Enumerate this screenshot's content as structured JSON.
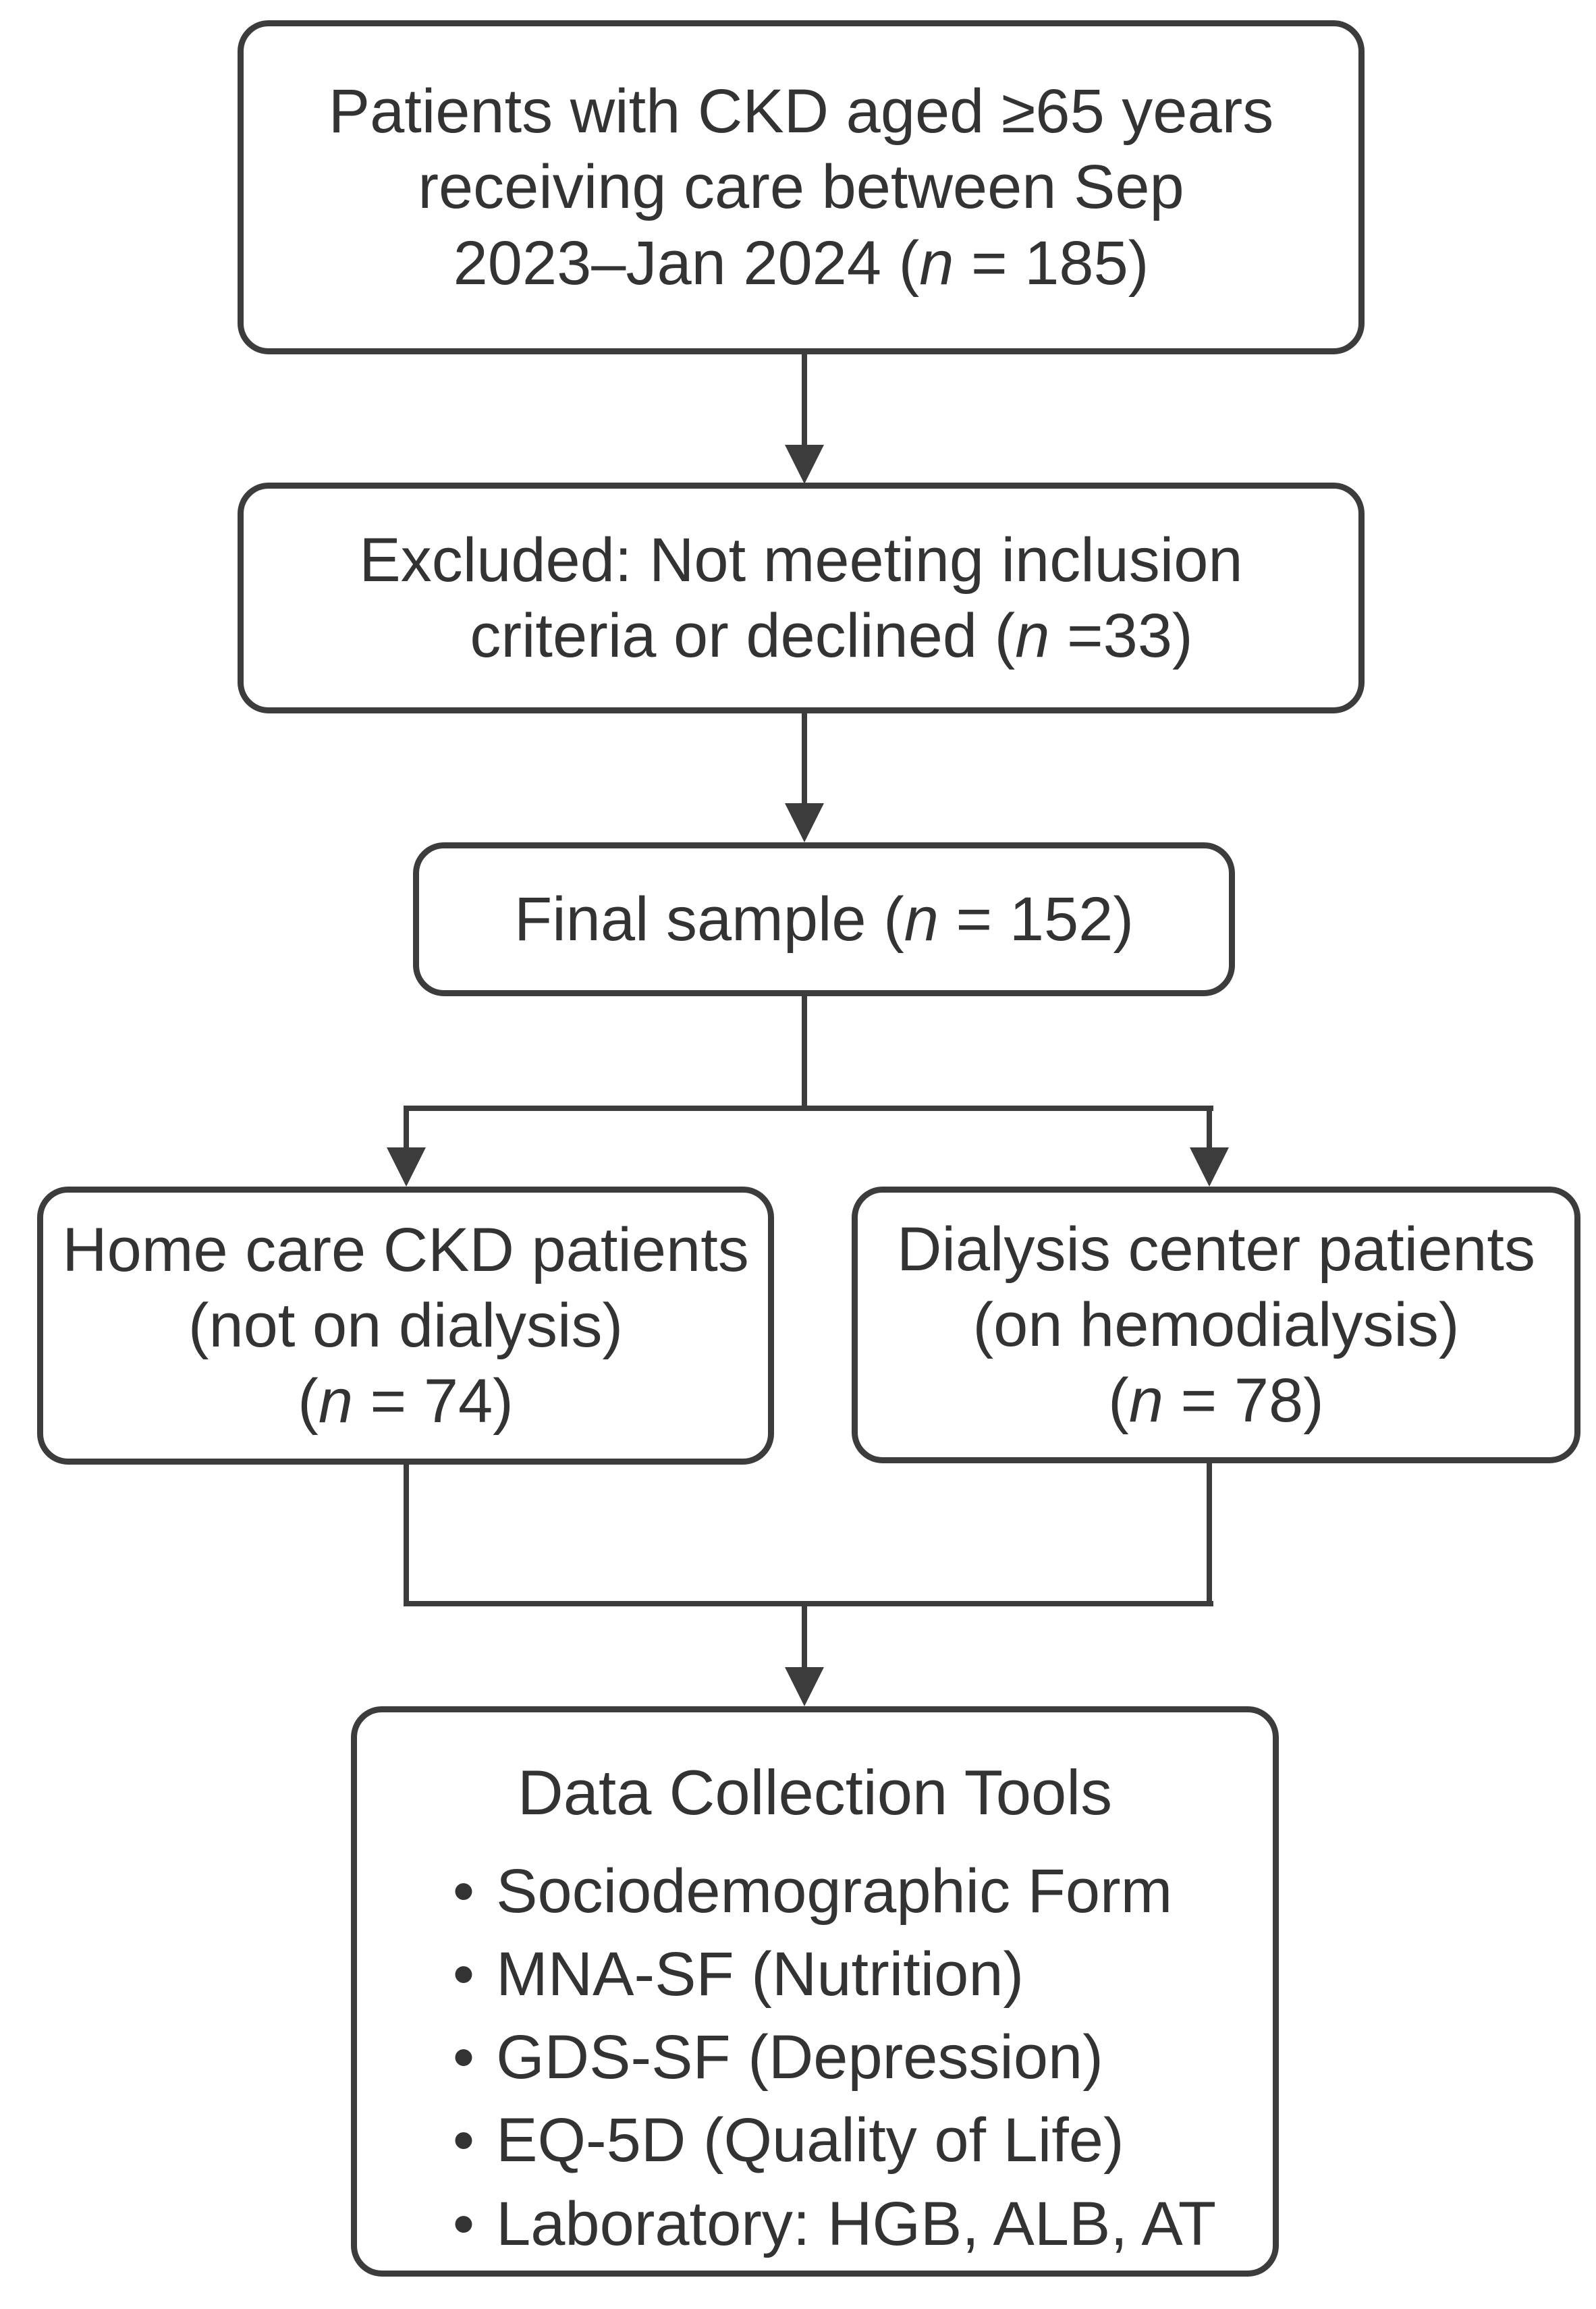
{
  "palette": {
    "line": "#3c3c3c",
    "text": "#333333",
    "bg": "#ffffff"
  },
  "flowchart": {
    "initial_box": {
      "lines": [
        "Patients with CKD aged ≥65 years",
        "receiving care between Sep",
        "2023–Jan 2024 (*n* = 185)"
      ]
    },
    "excluded_box": {
      "lines": [
        "Excluded: Not meeting inclusion",
        "criteria or declined (*n* =33)"
      ]
    },
    "final_sample_box": {
      "lines": [
        "Final sample (*n* = 152)"
      ]
    },
    "home_care_box": {
      "lines": [
        "Home care CKD patients",
        "(not on dialysis)",
        "(*n* = 74)"
      ]
    },
    "dialysis_box": {
      "lines": [
        "Dialysis center patients",
        "(on hemodialysis)",
        "(*n* = 78)"
      ]
    },
    "tools_box": {
      "title": "Data Collection Tools",
      "bullet_glyph": "•",
      "bullets": [
        "Sociodemographic Form",
        "MNA-SF (Nutrition)",
        "GDS-SF (Depression)",
        "EQ-5D (Quality of Life)",
        "Laboratory: HGB, ALB, AT"
      ]
    }
  }
}
